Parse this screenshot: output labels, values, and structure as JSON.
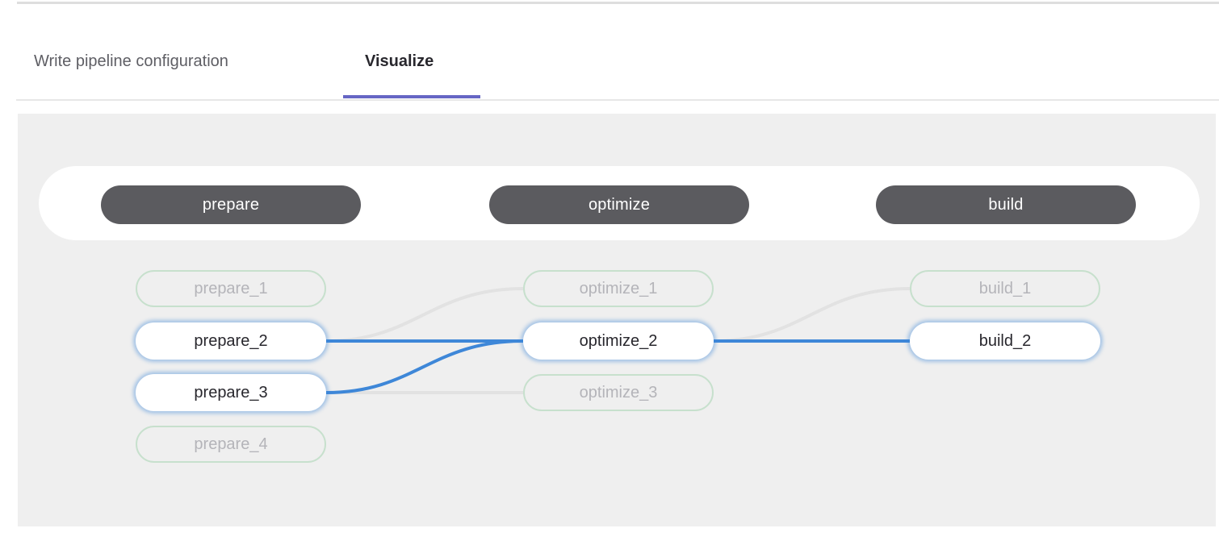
{
  "header": {
    "tabs": [
      {
        "label": "Write pipeline configuration",
        "active": false
      },
      {
        "label": "Visualize",
        "active": true
      }
    ]
  },
  "colors": {
    "accent_tab_underline": "#6666c4",
    "panel_background": "#efefef",
    "stage_pill_background": "#5b5b5f",
    "job_dim_border_green": "#c7e0cd",
    "job_dim_text": "#b4b4b9",
    "job_active_glow_blue": "#3e87d8",
    "link_highlighted": "#3e87d8",
    "link_dimmed": "#e2e2e2"
  },
  "pipeline": {
    "stages": [
      {
        "label": "prepare",
        "jobs": [
          {
            "label": "prepare_1",
            "state": "dimmed"
          },
          {
            "label": "prepare_2",
            "state": "highlighted"
          },
          {
            "label": "prepare_3",
            "state": "highlighted"
          },
          {
            "label": "prepare_4",
            "state": "dimmed"
          }
        ]
      },
      {
        "label": "optimize",
        "jobs": [
          {
            "label": "optimize_1",
            "state": "dimmed"
          },
          {
            "label": "optimize_2",
            "state": "highlighted"
          },
          {
            "label": "optimize_3",
            "state": "dimmed"
          }
        ]
      },
      {
        "label": "build",
        "jobs": [
          {
            "label": "build_1",
            "state": "dimmed"
          },
          {
            "label": "build_2",
            "state": "highlighted"
          }
        ]
      }
    ],
    "links": [
      {
        "from": "prepare_2",
        "to": "optimize_1",
        "state": "dimmed"
      },
      {
        "from": "prepare_2",
        "to": "optimize_2",
        "state": "highlighted"
      },
      {
        "from": "prepare_3",
        "to": "optimize_2",
        "state": "highlighted"
      },
      {
        "from": "prepare_3",
        "to": "optimize_3",
        "state": "dimmed"
      },
      {
        "from": "optimize_2",
        "to": "build_1",
        "state": "dimmed"
      },
      {
        "from": "optimize_2",
        "to": "build_2",
        "state": "highlighted"
      }
    ]
  }
}
